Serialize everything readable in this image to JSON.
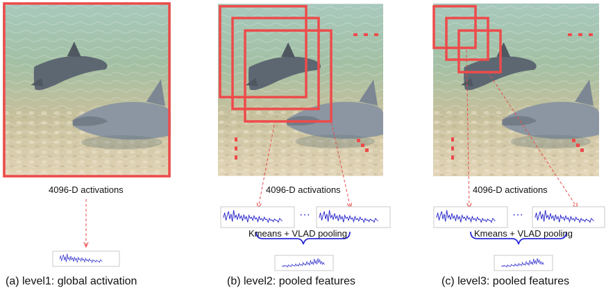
{
  "panels": [
    {
      "activation_label": "4096-D activations",
      "caption": "(a) level1: global activation"
    },
    {
      "activation_label": "4096-D activations",
      "pooling_label": "Kmeans + VLAD pooling",
      "caption": "(b) level2: pooled features",
      "ellipsis_between_features": "···"
    },
    {
      "activation_label": "4096-D activations",
      "pooling_label": "Kmeans + VLAD pooling",
      "caption": "(c) level3: pooled features",
      "ellipsis_between_features": "···"
    }
  ],
  "colors": {
    "window_box": "#ee4a4a",
    "arrow": "#e84a4a",
    "activation_signal": "#2020c8",
    "brace": "#2a2ad8",
    "feature_frame": "#c8c8c8"
  },
  "icons": [
    "dolphin-photo",
    "activation-plot",
    "curly-brace",
    "dashed-arrow"
  ]
}
